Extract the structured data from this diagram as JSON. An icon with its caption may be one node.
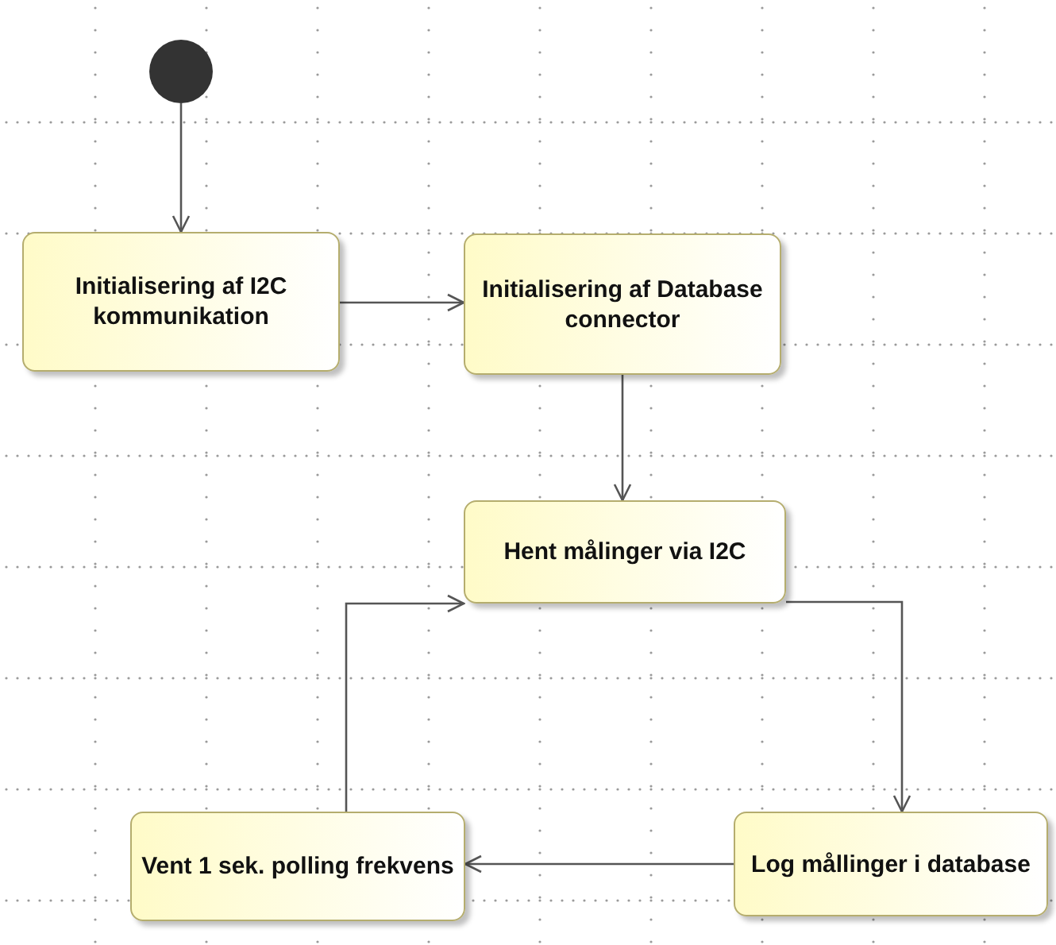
{
  "diagram": {
    "nodes": [
      {
        "text": [],
        "shape": "circle"
      },
      {
        "text": [
          "Initialisering af I2C kommunikation"
        ]
      },
      {
        "text": [
          "Initialisering af Database connector"
        ]
      },
      {
        "text": [
          "Hent målinger via I2C"
        ]
      },
      {
        "text": [
          "Log mållinger i database"
        ]
      },
      {
        "text": [
          "Vent 1 sek. polling frekvens"
        ]
      }
    ],
    "edges": [
      {
        "from": 0,
        "to": 1,
        "arrow": "to"
      },
      {
        "from": 1,
        "to": 2,
        "arrow": "to"
      },
      {
        "from": 2,
        "to": 3,
        "arrow": "to"
      },
      {
        "from": 3,
        "to": 4,
        "arrow": "to"
      },
      {
        "from": 4,
        "to": 5,
        "arrow": "to"
      },
      {
        "from": 5,
        "to": 3,
        "arrow": "to"
      }
    ]
  }
}
